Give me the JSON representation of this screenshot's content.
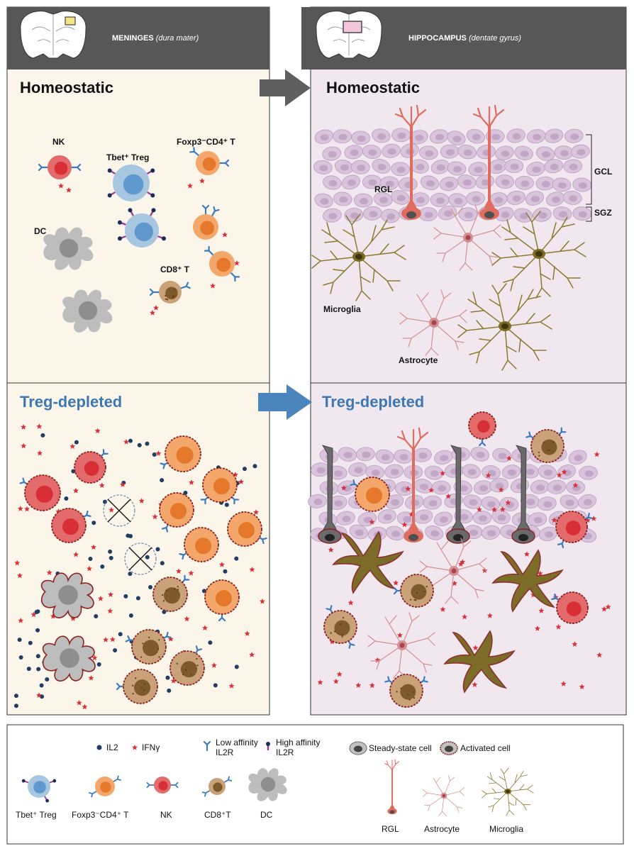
{
  "headers": {
    "left": {
      "main": "MENINGES",
      "sub": "(dura mater)"
    },
    "right": {
      "main": "HIPPOCAMPUS",
      "sub": "(dentate gyrus)"
    }
  },
  "panels": {
    "homeostatic_title": "Homeostatic",
    "depleted_title": "Treg-depleted"
  },
  "cell_labels": {
    "nk": "NK",
    "treg": "Tbet⁺ Treg",
    "foxp3": "Foxp3⁻CD4⁺ T",
    "dc": "DC",
    "cd8": "CD8⁺ T",
    "rgl": "RGL",
    "gcl": "GCL",
    "sgz": "SGZ",
    "microglia": "Microglia",
    "astrocyte": "Astrocyte"
  },
  "legend": {
    "il2": "IL2",
    "ifng": "IFNγ",
    "low_affinity": [
      "Low affinity",
      "IL2R"
    ],
    "high_affinity": [
      "High affinity",
      "IL2R"
    ],
    "steady_state": "Steady-state cell",
    "activated": "Activated cell",
    "treg": "Tbet⁺ Treg",
    "foxp3": "Foxp3⁻CD4⁺ T",
    "nk": "NK",
    "cd8": "CD8⁺T",
    "dc": "DC",
    "rgl": "RGL",
    "astrocyte": "Astrocyte",
    "microglia": "Microglia"
  },
  "colors": {
    "header_bg": "#575757",
    "meninges_bg": "#fcf5ea",
    "hippocampus_bg": "#f1e8ef",
    "depleted_title": "#3d78b3",
    "arrow_gray": "#5f5f5f",
    "arrow_blue": "#4c84bd",
    "treg_blue": "#a7c6e0",
    "foxp3_orange": "#f3a76b",
    "nk_red": "#e36b6b",
    "cd8_brown": "#c9a27a",
    "dc_gray": "#bdbdbd",
    "microglia_olive": "#8a7a2e",
    "astrocyte_pink": "#d48f92",
    "rgl_red": "#e06b5f",
    "il2_dot": "#1f3e66",
    "ifng_star": "#d8313a"
  }
}
